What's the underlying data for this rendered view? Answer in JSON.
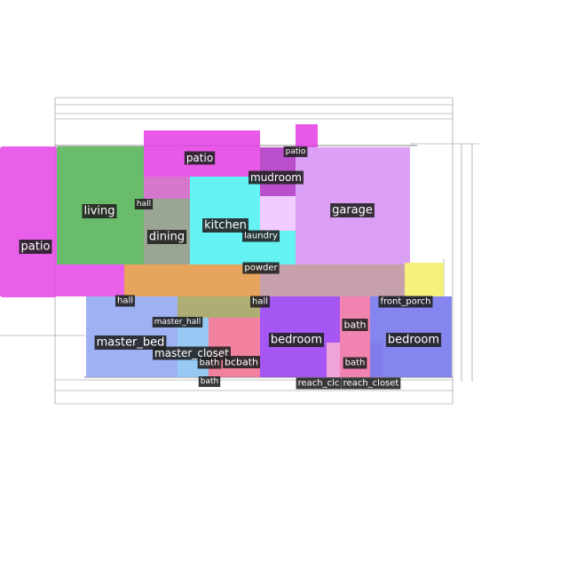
{
  "colors": {
    "patio": "#e43ce4",
    "living": "#4fb04f",
    "dining": "#8f9b88",
    "kitchen": "#4af0f0",
    "mudroom": "#b23cc6",
    "garage": "#d796f5",
    "laundry": "#f1c7ff",
    "hall": "#e49a4a",
    "hall_pink": "#cf5fc5",
    "hall_olive": "#a5a465",
    "powder": "#c39ba6",
    "front_porch": "#f4ef6d",
    "master_bed": "#93a9f2",
    "master_closet": "#8bc4f3",
    "bath": "#f06a8e",
    "bedroom": "#9c45f2",
    "bedroom_blue": "#7778ec",
    "bath_pink": "#ef76a7",
    "reach_closet": "#f3a8d9"
  },
  "labels": {
    "patio_left": "patio",
    "living": "living",
    "hall_small": "hall",
    "patio_top": "patio",
    "patio_small": "patio",
    "mudroom": "mudroom",
    "kitchen": "kitchen",
    "dining": "dining",
    "laundry": "laundry",
    "garage": "garage",
    "powder": "powder",
    "hall_left": "hall",
    "hall_center": "hall",
    "front_porch": "front_porch",
    "master_hall": "master_hall",
    "master_bed": "master_bed",
    "master_closet": "master_closet",
    "bath_mid": "bath",
    "bath_right": "bcbath",
    "bedroom_a": "bedroom",
    "bath_upper": "bath",
    "bedroom_b": "bedroom",
    "bath_lower": "bath",
    "bath_bottom": "bath",
    "reach_closet_a": "reach_clc",
    "reach_closet_b": "reach_closet"
  }
}
